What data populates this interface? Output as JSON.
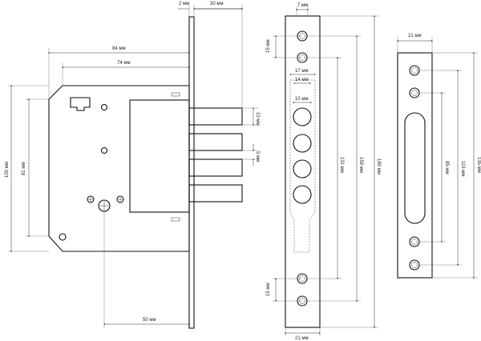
{
  "diagram": {
    "lock_body": {
      "dim_top_left": "2 мм",
      "dim_top_right": "30 мм",
      "dim_width_outer": "84 мм",
      "dim_width_inner": "74 мм",
      "dim_height_outer": "100 мм",
      "dim_height_inner": "81 мм",
      "dim_bolt_height": "10 мм",
      "dim_bolt_gap": "5 мм",
      "dim_backset": "50 мм"
    },
    "faceplate": {
      "dim_top": "7 мм",
      "dim_hole_spacing_top": "15 мм",
      "dim_window_outer": "17 мм",
      "dim_window_inner": "14 мм",
      "dim_bolt_dia": "10 мм",
      "dim_131": "131 мм",
      "dim_159": "159 мм",
      "dim_180": "180 мм",
      "dim_hole_spacing_bottom": "15 мм",
      "dim_bottom": "21 мм"
    },
    "strike_plate": {
      "dim_top": "21 мм",
      "dim_85": "85 мм",
      "dim_115": "115 мм",
      "dim_135": "135 мм"
    }
  }
}
